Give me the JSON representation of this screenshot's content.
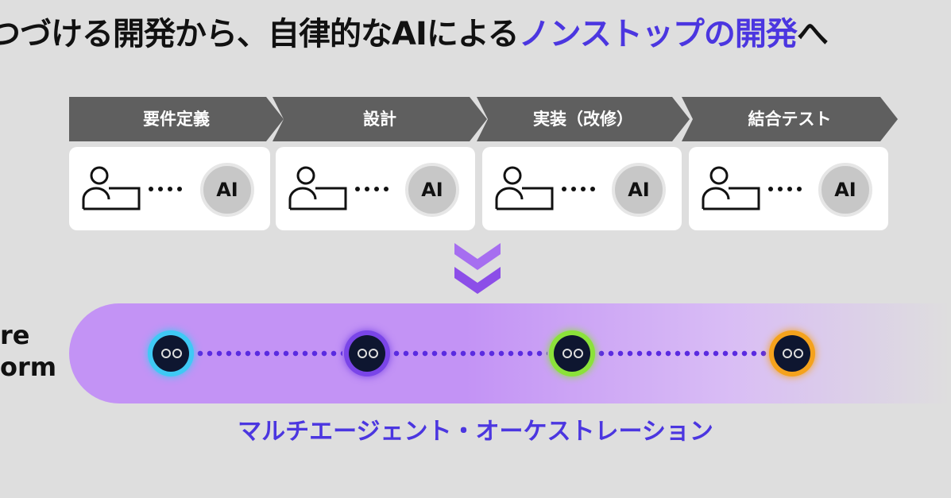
{
  "title": {
    "prefix": "つづける開発から、自律的なAIによる",
    "accent": "ノンストップの開発",
    "suffix": "へ",
    "accent_color": "#4b36e0"
  },
  "phases": [
    {
      "label": "要件定義",
      "ai": "AI"
    },
    {
      "label": "設計",
      "ai": "AI"
    },
    {
      "label": "実装（改修）",
      "ai": "AI"
    },
    {
      "label": "結合テスト",
      "ai": "AI"
    }
  ],
  "platform": {
    "side_line1": "re",
    "side_line2": "orm",
    "band_color": "#c393f5",
    "agents": [
      {
        "ring": "#3fc9f5"
      },
      {
        "ring": "#7a45e8"
      },
      {
        "ring": "#8be23a"
      },
      {
        "ring": "#f5a21c"
      }
    ],
    "label": "マルチエージェント・オーケストレーション"
  },
  "icons": {
    "person": "person-at-laptop-icon",
    "arrow": "double-chevron-down-icon",
    "agent": "ai-agent-icon"
  }
}
